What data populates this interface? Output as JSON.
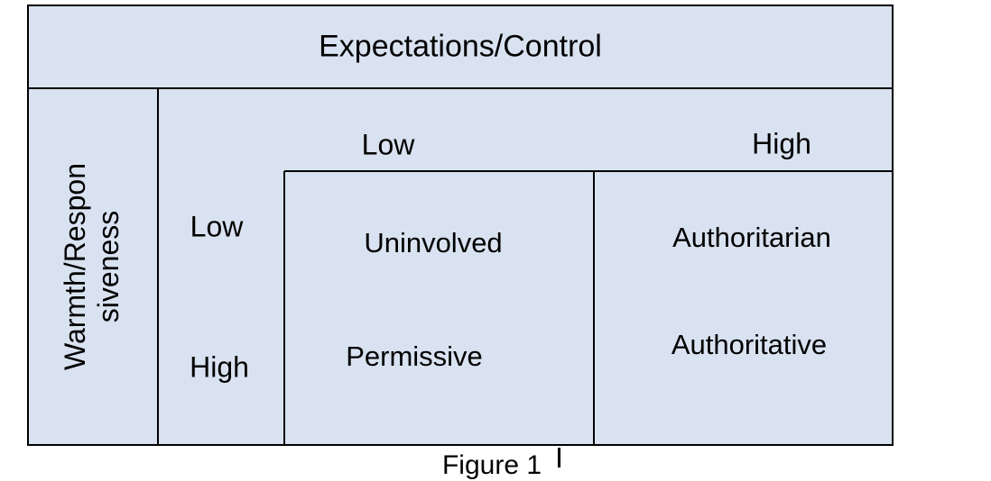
{
  "diagram": {
    "type": "matrix",
    "col_axis": {
      "label": "Expectations/Control",
      "headers": [
        "Low",
        "High"
      ]
    },
    "row_axis": {
      "label_line1": "Warmth/Respon",
      "label_line2": "siveness",
      "headers": [
        "Low",
        "High"
      ]
    },
    "cells": {
      "low_warmth_low_control": "Uninvolved",
      "low_warmth_high_control": "Authoritarian",
      "high_warmth_low_control": "Permissive",
      "high_warmth_high_control": "Authoritative"
    }
  },
  "caption": {
    "text": "Figure 1"
  },
  "colors": {
    "fill": "#d9e2f0",
    "border": "#000000"
  }
}
